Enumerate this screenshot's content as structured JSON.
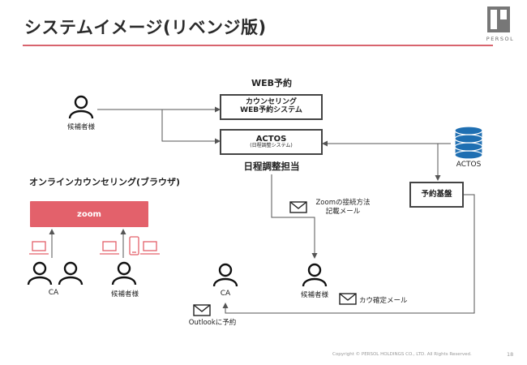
{
  "slide": {
    "title": "システムイメージ(リベンジ版)",
    "logo": "PERSOL",
    "footer": "Copyright © PERSOL HOLDINGS CO., LTD. All Rights Reserved.",
    "page_number": "18"
  },
  "diagram": {
    "web_reservation_heading": "WEB予約",
    "counseling_box": {
      "line1": "カウンセリング",
      "line2": "WEB予約システム"
    },
    "actos_box": {
      "line1": "ACTOS",
      "line2": "(日程調整システム)"
    },
    "scheduler_label": "日程調整担当",
    "actos_db_label": "ACTOS",
    "reservation_base": "予約基盤",
    "online_heading": "オンラインカウンセリング(ブラウザ)",
    "zoom_label": "zoom",
    "candidate_label": "候補者様",
    "ca_label": "CA",
    "mail_zoom_line1": "Zoomの接続方法",
    "mail_zoom_line2": "記載メール",
    "mail_confirm": "カウ確定メール",
    "mail_outlook": "Outlookに予約"
  },
  "icons": [
    "person-icon",
    "laptop-icon",
    "smartphone-icon",
    "database-icon",
    "mail-icon",
    "logo-mark"
  ],
  "colors": {
    "accent": "#e3616b",
    "rule": "#d8646e",
    "database": "#1f6fb2",
    "device": "#e3616b"
  }
}
